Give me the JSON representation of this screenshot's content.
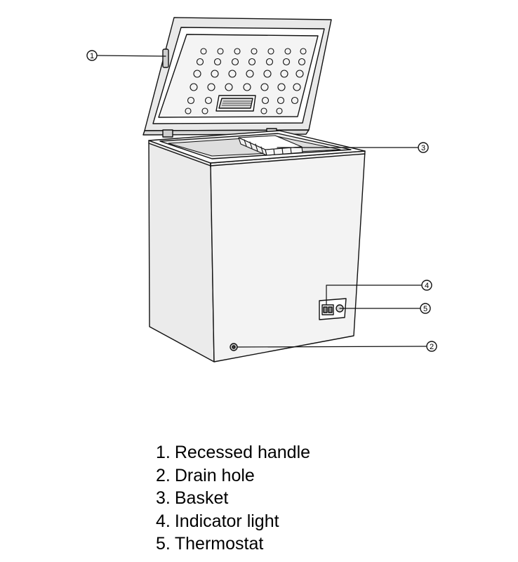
{
  "callouts": [
    {
      "number": "1",
      "label": "Recessed handle"
    },
    {
      "number": "2",
      "label": "Drain hole"
    },
    {
      "number": "3",
      "label": "Basket"
    },
    {
      "number": "4",
      "label": "Indicator light"
    },
    {
      "number": "5",
      "label": "Thermostat"
    }
  ]
}
